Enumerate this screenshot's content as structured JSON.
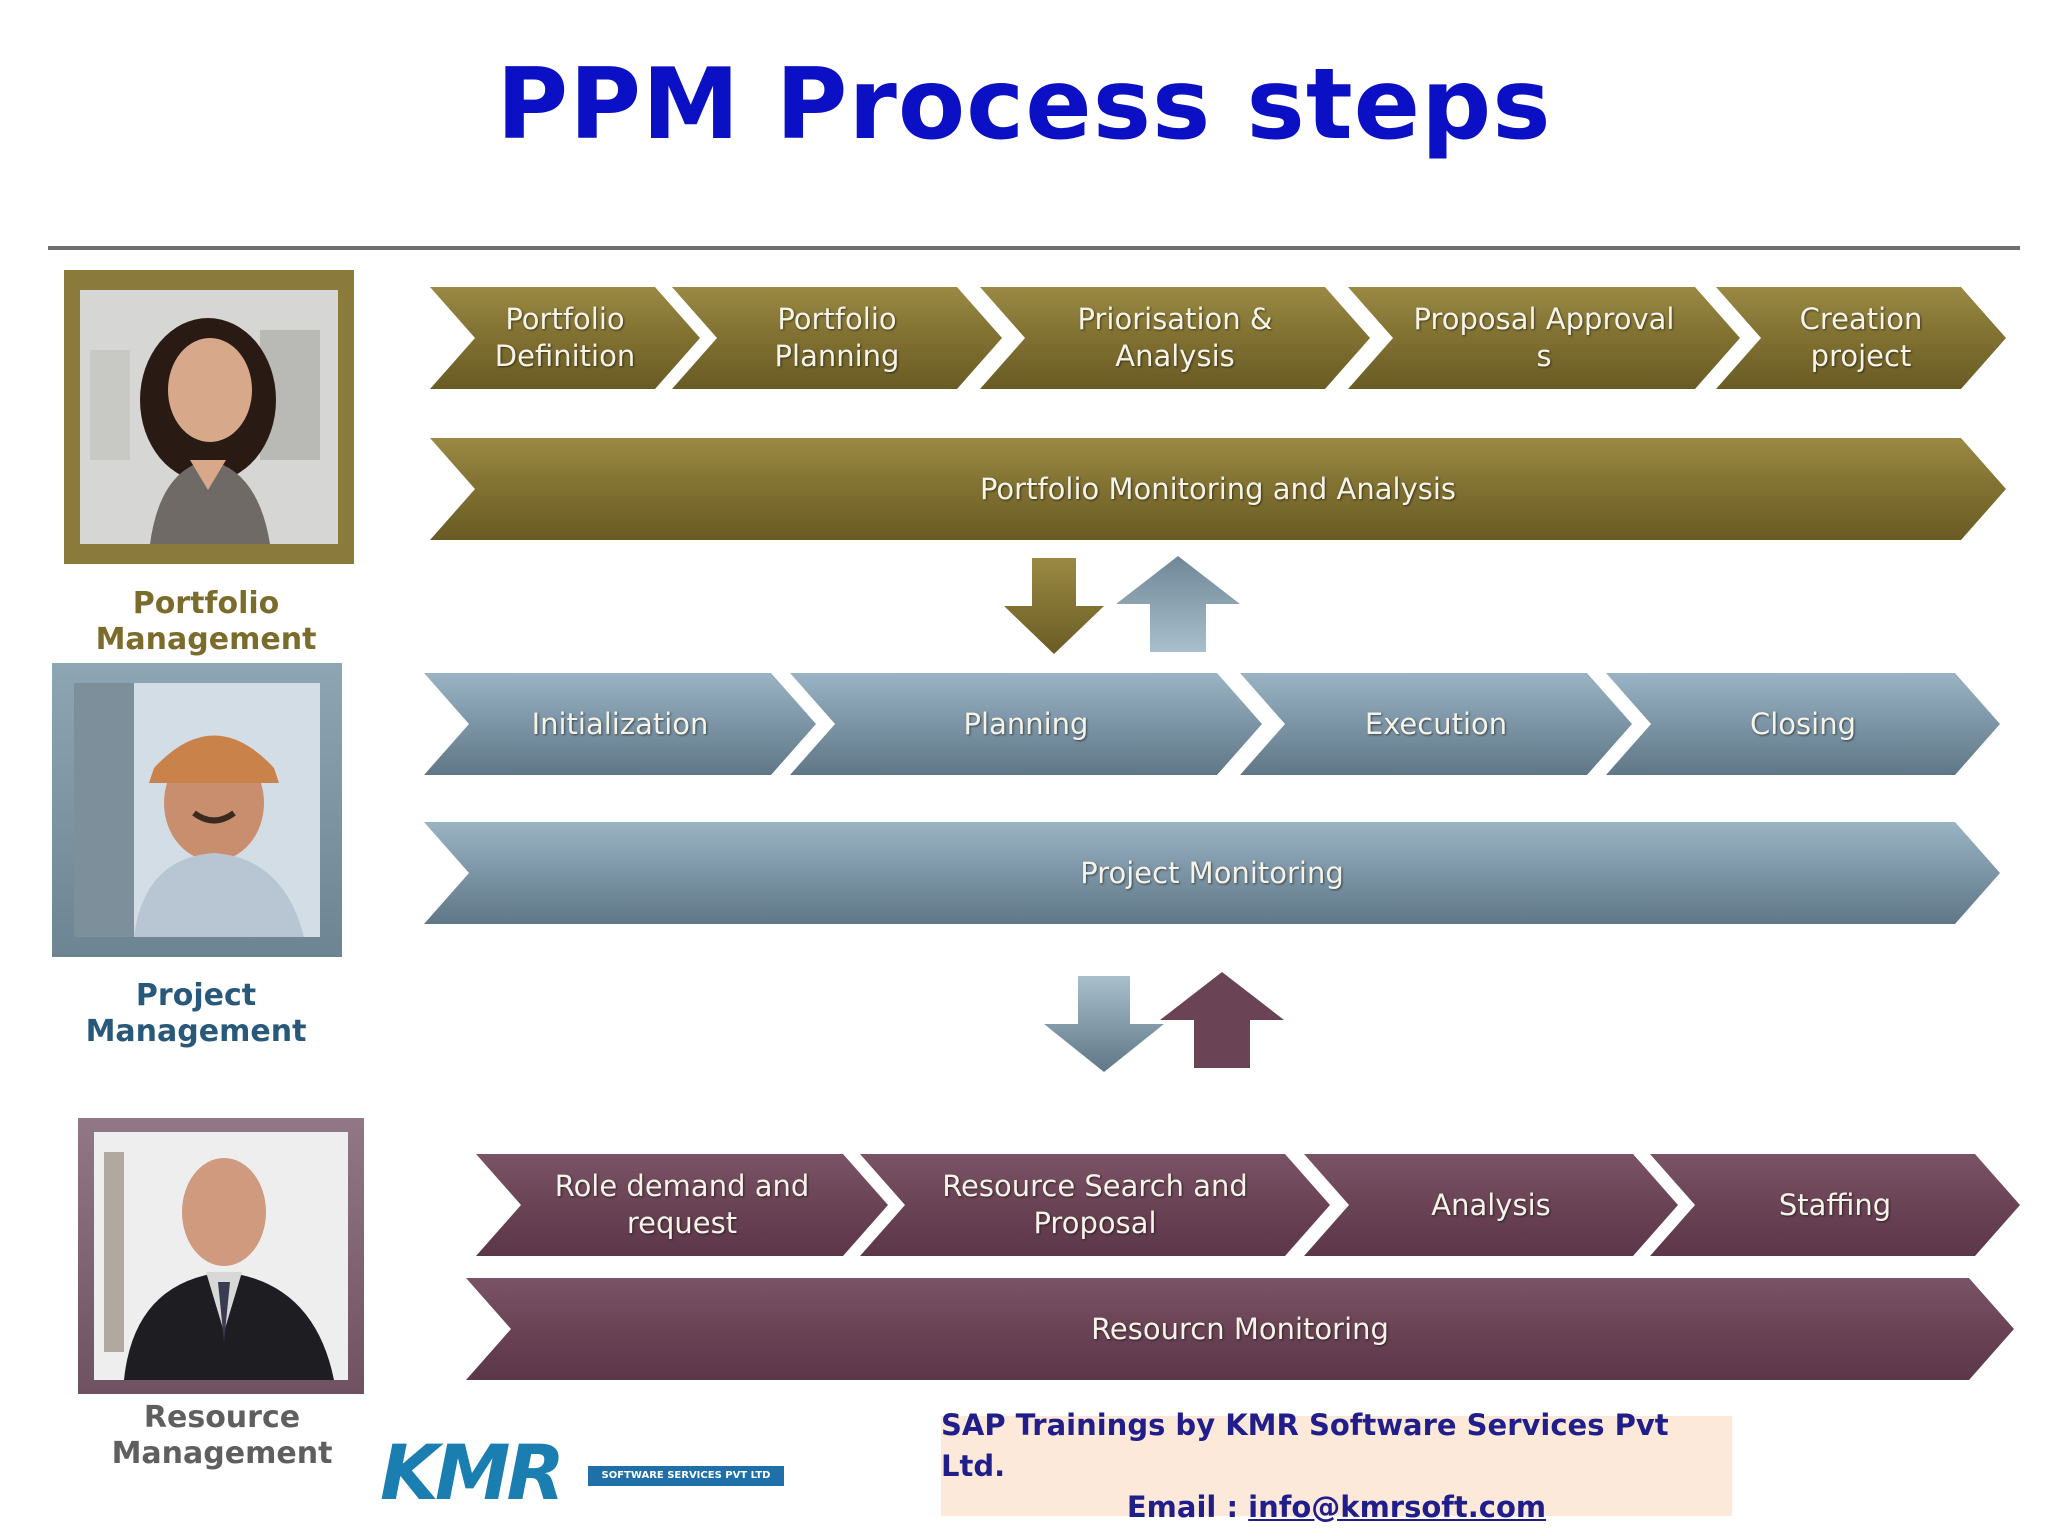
{
  "title": "PPM Process steps",
  "roles": {
    "portfolio": "Portfolio Management",
    "project": "Project Management",
    "resource": "Resource Management"
  },
  "portfolio_steps": [
    "Portfolio Definition",
    "Portfolio Planning",
    "Priorisation & Analysis",
    "Proposal Approval s",
    "Creation project"
  ],
  "portfolio_bar": "Portfolio Monitoring and Analysis",
  "project_steps": [
    "Initialization",
    "Planning",
    "Execution",
    "Closing"
  ],
  "project_bar": "Project Monitoring",
  "resource_steps": [
    "Role demand  and request",
    "Resource Search and Proposal",
    "Analysis",
    "Staffing"
  ],
  "resource_bar": "Resourcn Monitoring",
  "footer": {
    "line1": "SAP Trainings by KMR Software Services Pvt Ltd.",
    "email_label": "Email : ",
    "email": "info@kmrsoft.com"
  },
  "logo": {
    "brand": "KMR",
    "tagline": "SOFTWARE SERVICES PVT LTD"
  },
  "colors": {
    "title": "#0b10c4",
    "portfolio": "#807031",
    "project": "#7f98a9",
    "resource": "#6a4355"
  }
}
